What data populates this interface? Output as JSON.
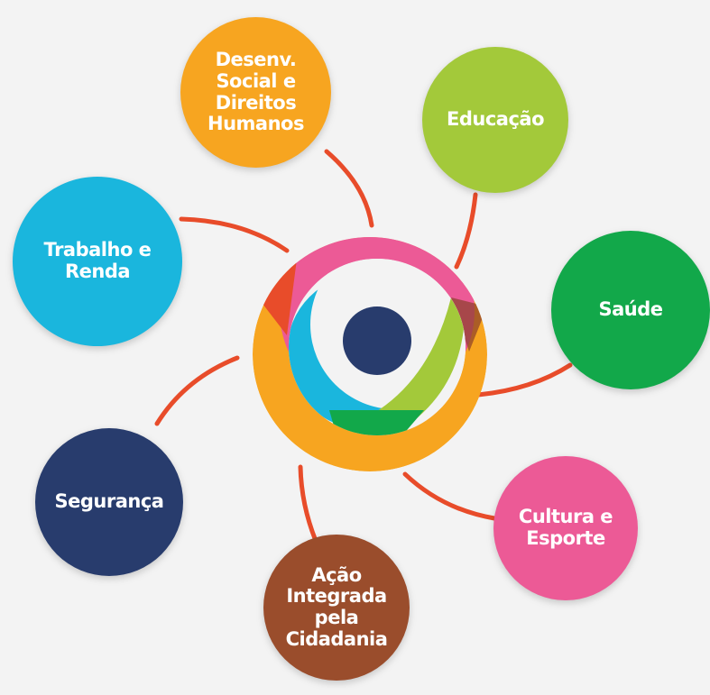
{
  "colors": {
    "background": "#f3f3f3",
    "connector": "#e84c2a",
    "hub_pink": "#ec5a96",
    "hub_orange": "#f7a520",
    "hub_red": "#e84c2a",
    "hub_cyan": "#1ab6dd",
    "hub_lime": "#a3c93a",
    "hub_green": "#12a84a",
    "hub_navy": "#283c6d"
  },
  "hub": {
    "name": "central-logo"
  },
  "nodes": [
    {
      "id": "desenv",
      "label": "Desenv.\nSocial e\nDireitos\nHumanos",
      "color": "#f7a520"
    },
    {
      "id": "educacao",
      "label": "Educação",
      "color": "#a3c93a"
    },
    {
      "id": "saude",
      "label": "Saúde",
      "color": "#12a84a"
    },
    {
      "id": "cultura",
      "label": "Cultura e\nEsporte",
      "color": "#ec5a96"
    },
    {
      "id": "acao",
      "label": "Ação\nIntegrada\npela\nCidadania",
      "color": "#9a4d2c"
    },
    {
      "id": "seguranca",
      "label": "Segurança",
      "color": "#283c6d"
    },
    {
      "id": "trabalho",
      "label": "Trabalho e\nRenda",
      "color": "#1ab6dd"
    }
  ]
}
